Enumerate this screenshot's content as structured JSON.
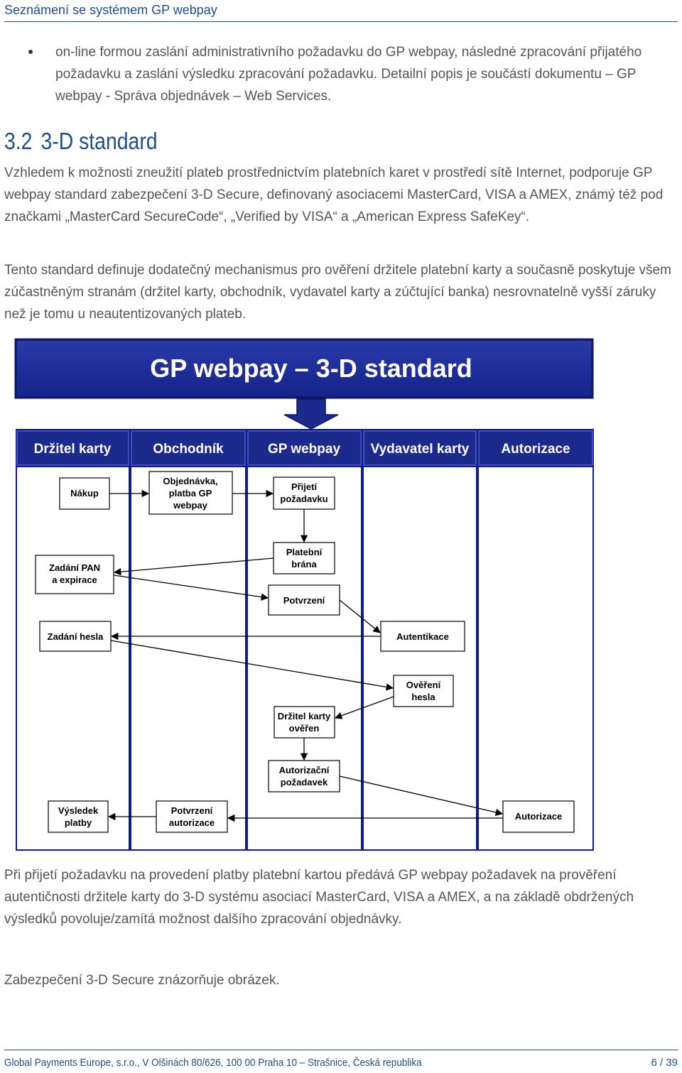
{
  "header": {
    "title": "Seznámení se systémem GP webpay"
  },
  "bullets": [
    "on-line formou zaslání administrativního požadavku do GP webpay, následné zpracování přijatého požadavku a zaslání výsledku zpracování požadavku. Detailní popis je součástí dokumentu – GP webpay - Správa objednávek – Web Services."
  ],
  "section": {
    "number": "3.2",
    "title": "3-D standard"
  },
  "paragraphs": [
    "Vzhledem k možnosti zneužití plateb prostřednictvím platebních karet v prostředí sítě Internet, podporuje GP webpay standard zabezpečení 3-D Secure, definovaný asociacemi MasterCard, VISA a AMEX, známý též pod značkami „MasterCard SecureCode“, „Verified by VISA“ a „American Express SafeKey“.",
    "Tento standard definuje dodatečný mechanismus pro ověření držitele platební karty a současně poskytuje všem zúčastněným stranám (držitel karty, obchodník, vydavatel karty a zúčtující banka) nesrovnatelně vyšší záruky než je tomu u neautentizovaných plateb.",
    "Při přijetí požadavku na provedení platby platební kartou předává GP webpay požadavek na prověření autentičnosti držitele karty do 3-D systému asociací MasterCard, VISA a AMEX, a na základě obdržených výsledků povoluje/zamítá možnost dalšího zpracování objednávky.",
    "Zabezpečení 3-D Secure znázorňuje obrázek."
  ],
  "diagram": {
    "title": "GP webpay – 3-D standard",
    "columns": [
      "Držitel karty",
      "Obchodník",
      "GP webpay",
      "Vydavatel karty",
      "Autorizace"
    ],
    "boxes": {
      "nakup": [
        "Nákup"
      ],
      "objednavka": [
        "Objednávka,",
        "platba GP",
        "webpay"
      ],
      "prijeti": [
        "Přijetí",
        "požadavku"
      ],
      "platebni_brana": [
        "Platební",
        "brána"
      ],
      "zadani_pan": [
        "Zadání PAN",
        "a expirace"
      ],
      "potvrzeni": [
        "Potvrzení"
      ],
      "zadani_hesla": [
        "Zadání hesla"
      ],
      "autentikace": [
        "Autentikace"
      ],
      "overeni_hesla": [
        "Ověření",
        "hesla"
      ],
      "drzitel_overen": [
        "Držitel karty",
        "ověřen"
      ],
      "autorizacni_pozadavek": [
        "Autorizační",
        "požadavek"
      ],
      "vysledek_platby": [
        "Výsledek",
        "platby"
      ],
      "potvrzeni_autorizace": [
        "Potvrzení",
        "autorizace"
      ],
      "autorizace": [
        "Autorizace"
      ]
    },
    "colors": {
      "banner": "#1b2a8c",
      "banner_border": "#0d1660",
      "panel": "#0d1b99",
      "header": "#1b2a8c",
      "arrow_fill": "#1b2a8c"
    }
  },
  "footer": {
    "company": "Global Payments Europe, s.r.o., V Olšinách 80/626, 100 00 Praha 10 – Strašnice, Česká republika",
    "page": "6 / 39"
  }
}
